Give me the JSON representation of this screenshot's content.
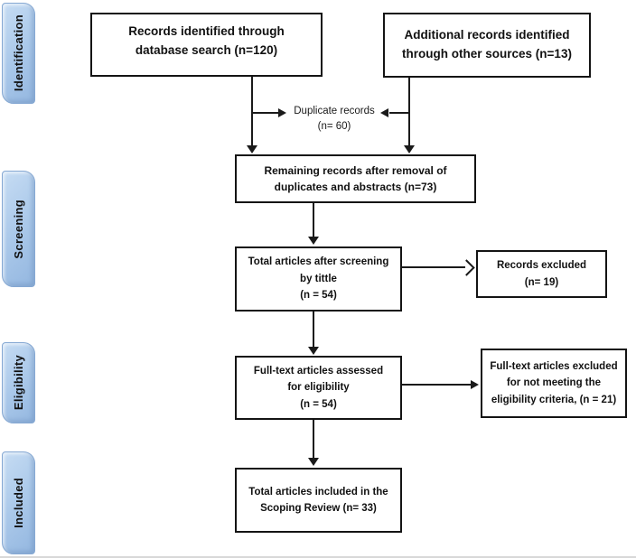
{
  "figure": {
    "kind": "scoping-review-flow-diagram",
    "colors": {
      "stage_fill": "#abc9ea",
      "stage_border": "#85a8d3",
      "box_border": "#141414",
      "line": "#1a1a1a",
      "background": "#ffffff"
    },
    "stages": [
      {
        "label": "Identification"
      },
      {
        "label": "Screening"
      },
      {
        "label": "Eligibility"
      },
      {
        "label": "Included"
      }
    ],
    "nodes": {
      "records_identified": {
        "lines": [
          "Records identified through",
          "database search (n=120)"
        ]
      },
      "additional_records": {
        "lines": [
          "Additional records identified",
          "through other sources (n=13)"
        ]
      },
      "remaining_records": {
        "lines": [
          "Remaining records after removal of",
          "duplicates and abstracts (n=73)"
        ]
      },
      "screened_by_title": {
        "lines": [
          "Total articles after screening",
          "by tittle",
          "(n = 54)"
        ]
      },
      "records_excluded": {
        "lines": [
          "Records excluded",
          "(n= 19)"
        ]
      },
      "fulltext_assessed": {
        "lines": [
          "Full-text articles assessed",
          "for eligibility",
          "(n = 54)"
        ]
      },
      "fulltext_excluded": {
        "lines": [
          "Full-text articles excluded",
          "for not meeting the",
          "eligibility criteria, (n = 21)"
        ]
      },
      "included_in_review": {
        "lines": [
          "Total articles included in the",
          "Scoping Review (n= 33)"
        ]
      }
    },
    "annotations": {
      "duplicates": {
        "lines": [
          "Duplicate records",
          "(n= 60)"
        ]
      }
    },
    "counts": {
      "database_search": 120,
      "other_sources": 13,
      "duplicates_removed": 60,
      "remaining_after_duplicates": 73,
      "after_title_screening": 54,
      "excluded_by_title": 19,
      "fulltext_assessed": 54,
      "fulltext_excluded": 21,
      "included": 33
    }
  }
}
